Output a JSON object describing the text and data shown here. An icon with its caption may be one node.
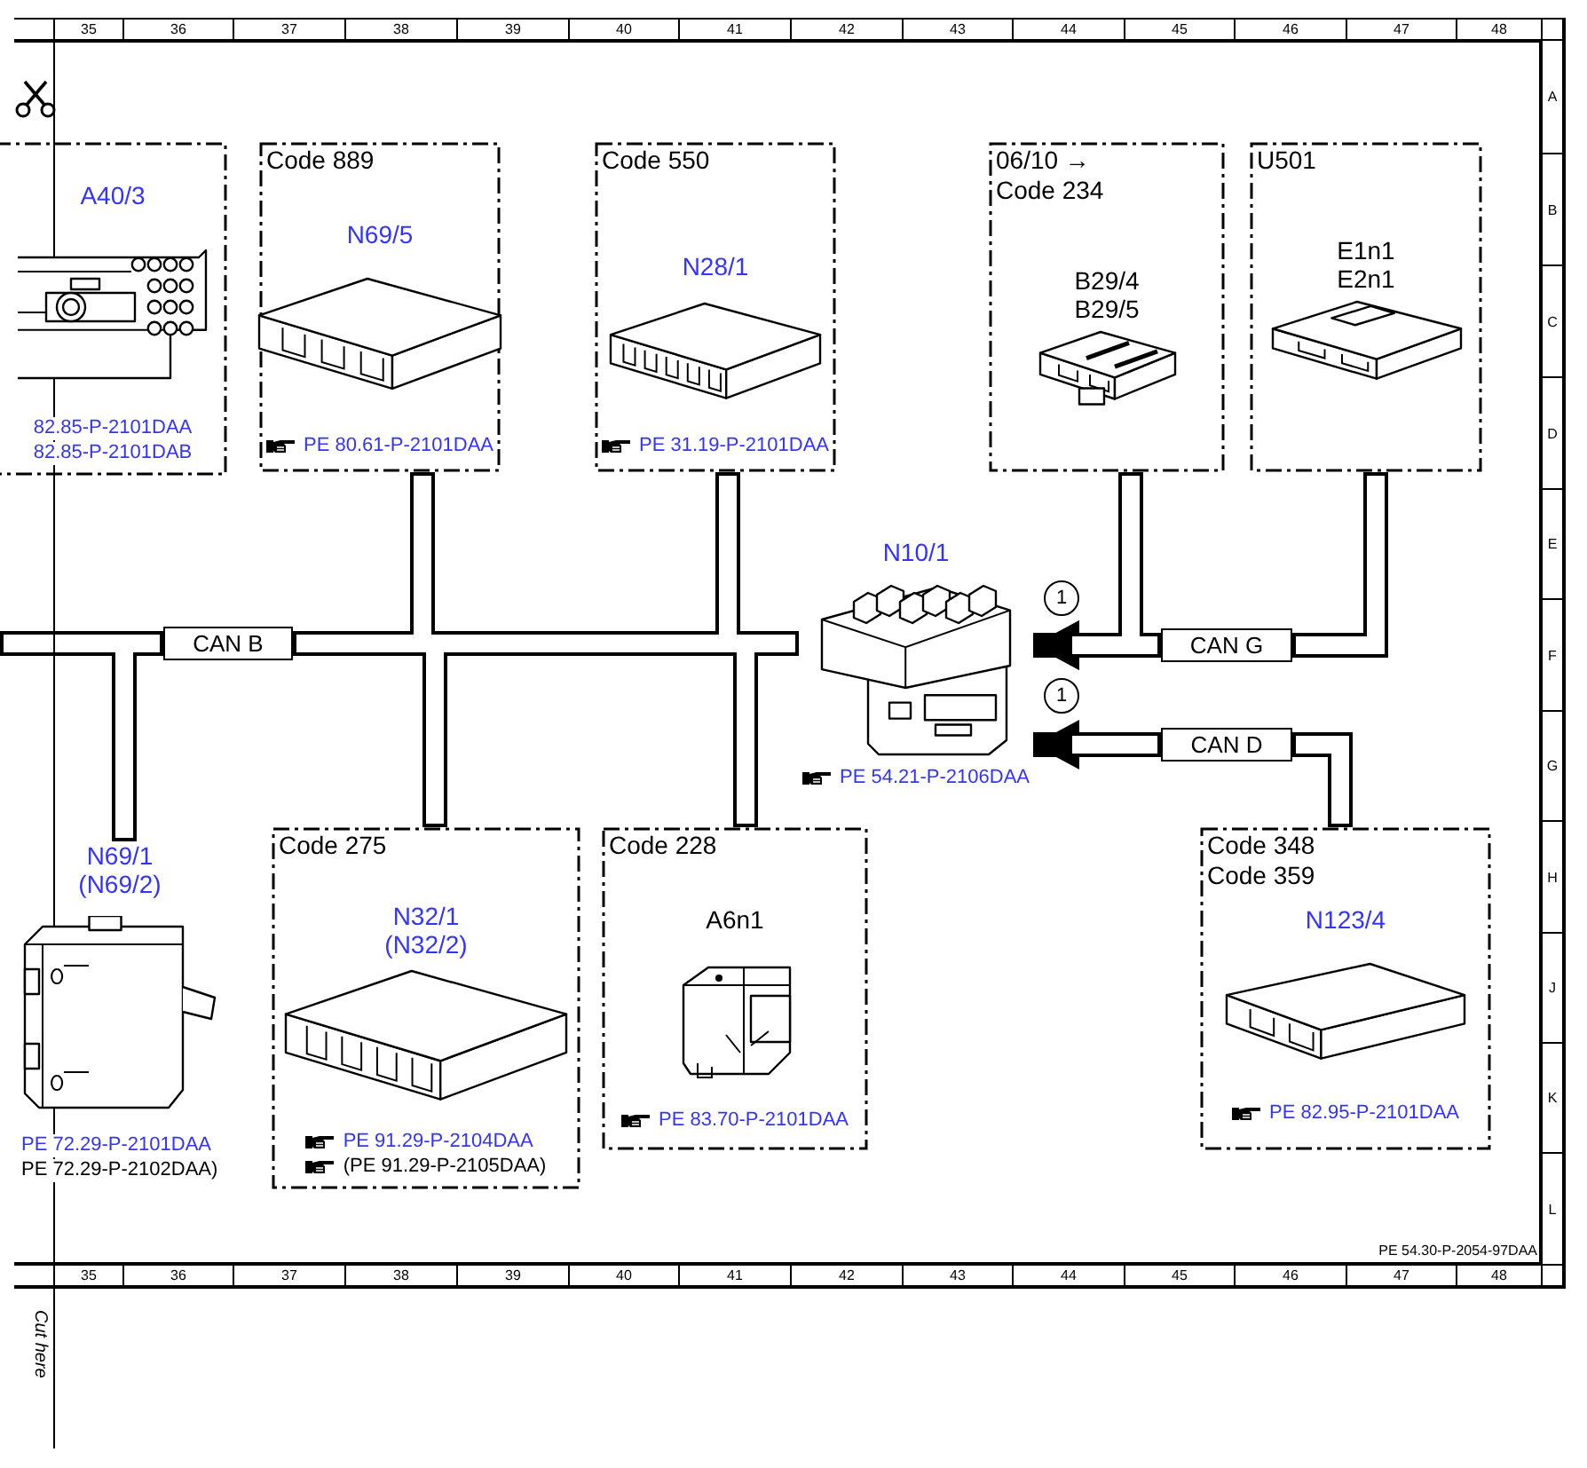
{
  "diagram": {
    "nodes": [
      {
        "text": [],
        "shape": "box"
      },
      {
        "text": [
          "A40/3",
          "82.85-P-2101DAA",
          "82.85-P-2101DAB"
        ],
        "in": 0
      },
      {
        "text": [
          "Code 889"
        ]
      },
      {
        "text": [
          "N69/5",
          "PE 80.61-P-2101DAA"
        ],
        "in": 2
      },
      {
        "text": [
          "Code 550"
        ]
      },
      {
        "text": [
          "N28/1",
          "PE 31.19-P-2101DAA"
        ],
        "in": 4
      },
      {
        "text": [
          "06/10 →",
          "Code 234"
        ]
      },
      {
        "text": [
          "B29/4 B29/5"
        ],
        "in": 6
      },
      {
        "text": [
          "U501"
        ]
      },
      {
        "text": [
          "E1n1 E2n1"
        ],
        "in": 8
      },
      {
        "text": [
          "CAN B"
        ]
      },
      {
        "text": [
          "N10/1",
          "PE 54.21-P-2106DAA"
        ]
      },
      {
        "text": [
          "1"
        ]
      },
      {
        "text": [
          "CAN G"
        ]
      },
      {
        "text": [
          "1"
        ]
      },
      {
        "text": [
          "CAN D"
        ]
      },
      {
        "text": [
          "N69/1 (N69/2)",
          "PE 72.29-P-2101DAA",
          "PE 72.29-P-2102DAA)"
        ]
      },
      {
        "text": [
          "Code 275"
        ]
      },
      {
        "text": [
          "N32/1 (N32/2)",
          "PE 91.29-P-2104DAA",
          "(PE 91.29-P-2105DAA)"
        ],
        "in": 17
      },
      {
        "text": [
          "Code 228"
        ]
      },
      {
        "text": [
          "A6n1",
          "PE 83.70-P-2101DAA"
        ],
        "in": 19
      },
      {
        "text": [
          "Code 348",
          "Code 359"
        ]
      },
      {
        "text": [
          "N123/4",
          "PE 82.95-P-2101DAA"
        ],
        "in": 21
      }
    ],
    "edges": [
      {
        "from": 2,
        "to": 10,
        "arrow": "none"
      },
      {
        "from": 4,
        "to": 10,
        "arrow": "none"
      },
      {
        "from": 16,
        "to": 10,
        "arrow": "none"
      },
      {
        "from": 17,
        "to": 10,
        "arrow": "none"
      },
      {
        "from": 19,
        "to": 10,
        "arrow": "none"
      },
      {
        "from": null,
        "to": 10,
        "arrow": "none"
      },
      {
        "from": 10,
        "to": 11,
        "arrow": "none"
      },
      {
        "from": 6,
        "to": 11,
        "arrow": "to"
      },
      {
        "from": 8,
        "to": 13,
        "arrow": "none"
      },
      {
        "from": 13,
        "to": 11,
        "arrow": "to"
      },
      {
        "from": 21,
        "to": 15,
        "arrow": "none"
      },
      {
        "from": 15,
        "to": 11,
        "arrow": "to"
      }
    ],
    "labels": [
      "35",
      "36",
      "37",
      "38",
      "39",
      "40",
      "41",
      "42",
      "43",
      "44",
      "45",
      "46",
      "47",
      "48",
      "A",
      "B",
      "C",
      "D",
      "E",
      "F",
      "G",
      "H",
      "J",
      "K",
      "L",
      "PE 54.30-P-2054-97DAA",
      "35",
      "36",
      "37",
      "38",
      "39",
      "40",
      "41",
      "42",
      "43",
      "44",
      "45",
      "46",
      "47",
      "48",
      "Cut here"
    ]
  }
}
